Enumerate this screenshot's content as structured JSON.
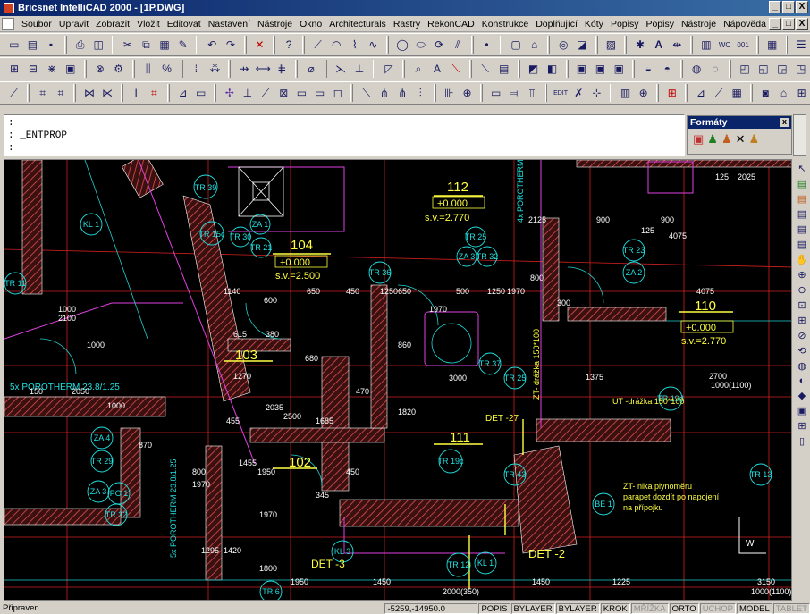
{
  "window": {
    "title": "Bricsnet IntelliCAD 2000 - [1P.DWG]",
    "buttons": [
      "_",
      "□",
      "X"
    ]
  },
  "menubar": {
    "items": [
      "Soubor",
      "Upravit",
      "Zobrazit",
      "Vložit",
      "Editovat",
      "Nastavení",
      "Nástroje",
      "Okno",
      "Architecturals",
      "Rastry",
      "RekonCAD",
      "Konstrukce",
      "Doplňující",
      "Kóty",
      "Popisy",
      "Popisy",
      "Nástroje",
      "Nápověda"
    ]
  },
  "command": {
    "lines": [
      ":",
      ": _ENTPROP",
      ":"
    ]
  },
  "formaty": {
    "title": "Formáty",
    "close": "x"
  },
  "drawing": {
    "rooms": [
      {
        "num": "112",
        "area": "+0.000",
        "sv": "s.v.=2.770"
      },
      {
        "num": "104",
        "area": "+0.000",
        "sv": "s.v.=2.500"
      },
      {
        "num": "110",
        "area": "+0.000",
        "sv": "s.v.=2.770"
      },
      {
        "num": "103",
        "area": "",
        "sv": ""
      },
      {
        "num": "111",
        "area": "",
        "sv": ""
      },
      {
        "num": "102",
        "area": "",
        "sv": ""
      }
    ],
    "tags": [
      "TR 39",
      "TR 15c",
      "ZA 1",
      "TR 21",
      "TR 30",
      "TR 11",
      "KL 1",
      "TR 36",
      "ZA 3",
      "TR 32",
      "TR 25",
      "TR 37",
      "TR 23",
      "ZA 2",
      "TR 25",
      "TR 19d",
      "ZA 4",
      "TR 29",
      "ZA 3",
      "PO 1",
      "TR 32",
      "TR 19c",
      "TR 43",
      "BE 1",
      "TR 13",
      "KL 3",
      "TR 12",
      "KL 1",
      "TR 6"
    ],
    "labels": {
      "porotherm1": "5x POROTHERM 23.8/1.25",
      "porotherm2": "5x POROTHERM 23.8/1.25",
      "porotherm3": "4x POROTHERM",
      "det27": "DET -27",
      "det2": "DET -2",
      "det3": "DET -3",
      "ut": "UT -drážka 150*100",
      "zt": "ZT- drážka 150*100",
      "note1": "ZT- nika plynoměru",
      "note2": "parapet dozdít po napojení",
      "note3": "na přípojku",
      "w": "W"
    },
    "dims": [
      "2125",
      "2025",
      "900",
      "900",
      "4075",
      "4075",
      "125",
      "125",
      "650",
      "1140",
      "650",
      "450",
      "1250",
      "500",
      "1250",
      "1970",
      "800",
      "300",
      "615",
      "380",
      "860",
      "680",
      "1270",
      "600",
      "1970",
      "2700",
      "1000(1100)",
      "1375",
      "3000",
      "2035",
      "2500",
      "470",
      "1000",
      "2100",
      "150",
      "2050",
      "1000",
      "1820",
      "1685",
      "455",
      "800",
      "1970",
      "1455",
      "1950",
      "450",
      "1950",
      "1450",
      "1450",
      "1225",
      "3150",
      "1000(1100)",
      "1800",
      "2000(350)",
      "1295",
      "1420",
      "345",
      "1970",
      "870",
      "1000"
    ]
  },
  "status": {
    "text": "Připraven",
    "coords": "-5259,-14950.0",
    "cells": [
      "POPIS",
      "BYLAYER",
      "BYLAYER",
      "KROK",
      "MŘÍŽKA",
      "ORTO",
      "UCHOP",
      "MODEL",
      "TABLET"
    ]
  }
}
